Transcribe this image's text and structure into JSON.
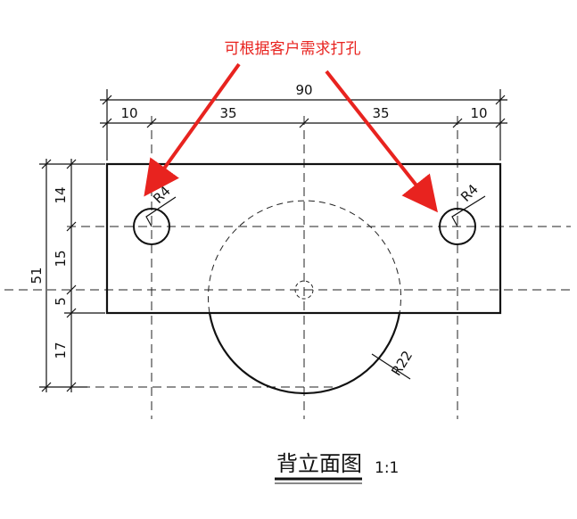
{
  "annotation": {
    "note": "可根据客户需求打孔",
    "color": "#e8231f"
  },
  "dimensions": {
    "total_width": "90",
    "segments": [
      "10",
      "35",
      "35",
      "10"
    ],
    "total_height": "51",
    "v_segments": [
      "14",
      "15",
      "5",
      "17"
    ],
    "radius_holes": "R4",
    "radius_arc": "R22"
  },
  "title": {
    "text": "背立面图",
    "scale": "1:1"
  }
}
